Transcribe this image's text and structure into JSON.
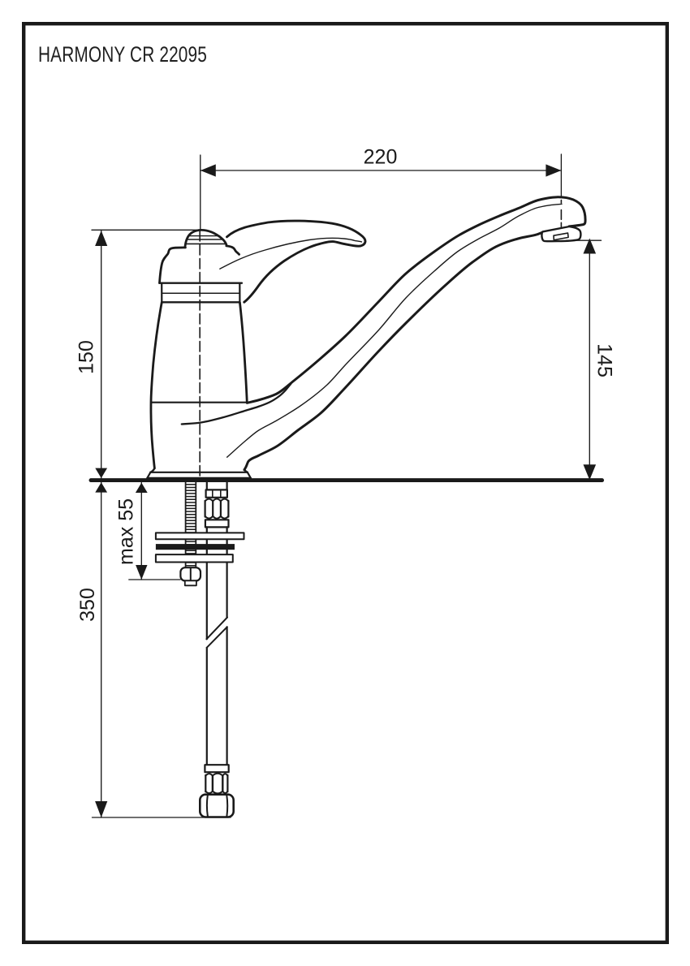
{
  "page": {
    "title": "HARMONY CR 22095",
    "type": "technical dimension drawing",
    "subject": "single-lever kitchen sink mixer tap, side view with installation parts"
  },
  "colors": {
    "ink": "#1a1a1a",
    "paper": "#ffffff"
  },
  "dimensions": {
    "spout_reach": {
      "label": "220",
      "orientation": "horizontal",
      "from": "body axis",
      "to": "spout outlet axis"
    },
    "body_height": {
      "label": "150",
      "orientation": "vertical",
      "from": "deck",
      "to": "top of cap"
    },
    "outlet_height": {
      "label": "145",
      "orientation": "vertical",
      "from": "deck",
      "to": "spout outlet"
    },
    "max_deck_thickness": {
      "label": "max 55",
      "orientation": "vertical",
      "from": "underside of deck",
      "to": "mounting nut"
    },
    "hose_length": {
      "label": "350",
      "orientation": "vertical",
      "from": "underside of deck",
      "to": "hose end nut"
    }
  }
}
